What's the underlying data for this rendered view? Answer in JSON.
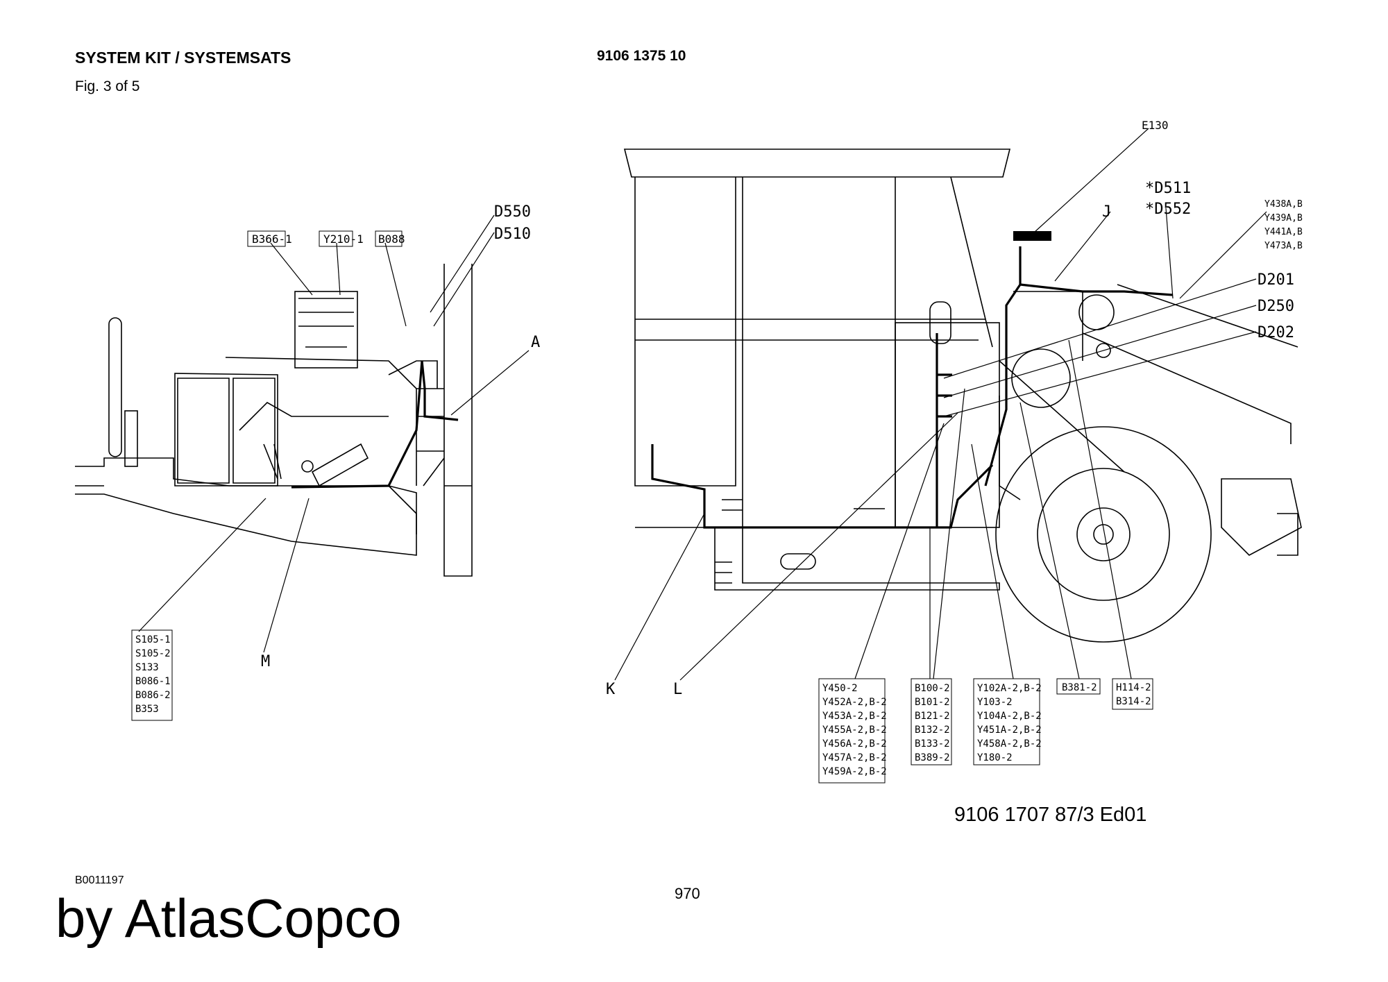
{
  "header": {
    "title": "SYSTEM KIT / SYSTEMSATS",
    "part_number": "9106 1375 10",
    "figure": "Fig. 3 of 5"
  },
  "footer": {
    "image_id": "B0011197",
    "page": "970",
    "brand": "by AtlasCopco"
  },
  "diagram": {
    "drawing_number": "9106 1707 87/3  Ed01",
    "left_view": {
      "top_tags": [
        "B366-1",
        "Y210-1",
        "B088"
      ],
      "callouts": [
        "D550",
        "D510",
        "A",
        "M"
      ],
      "bottom_box": [
        "S105-1",
        "S105-2",
        "S133",
        "B086-1",
        "B086-2",
        "B353"
      ]
    },
    "right_view": {
      "callouts": [
        "E130",
        "J",
        "D201",
        "D250",
        "D202",
        "K",
        "L"
      ],
      "starred": [
        "*D511",
        "*D552"
      ],
      "top_right_list": [
        "Y438A,B",
        "Y439A,B",
        "Y441A,B",
        "Y473A,B"
      ],
      "box_1": [
        "Y450-2",
        "Y452A-2,B-2",
        "Y453A-2,B-2",
        "Y455A-2,B-2",
        "Y456A-2,B-2",
        "Y457A-2,B-2",
        "Y459A-2,B-2"
      ],
      "box_2": [
        "B100-2",
        "B101-2",
        "B121-2",
        "B132-2",
        "B133-2",
        "B389-2"
      ],
      "box_3": [
        "Y102A-2,B-2",
        "Y103-2",
        "Y104A-2,B-2",
        "Y451A-2,B-2",
        "Y458A-2,B-2",
        "Y180-2"
      ],
      "box_4": [
        "B381-2"
      ],
      "box_5": [
        "H114-2",
        "B314-2"
      ]
    }
  }
}
